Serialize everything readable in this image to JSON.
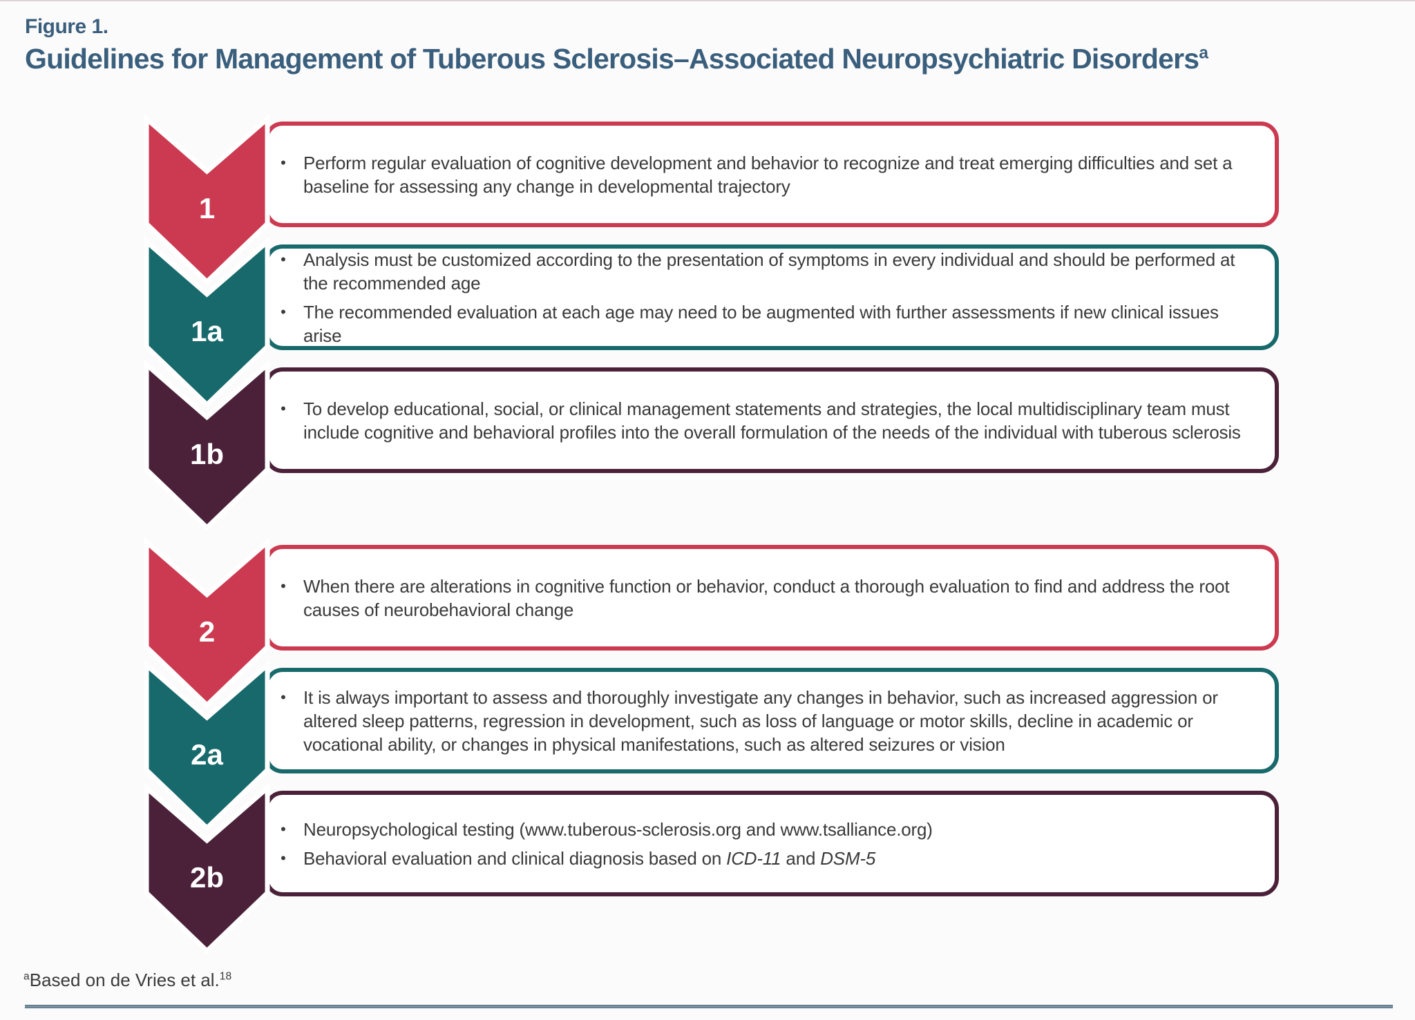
{
  "figure": {
    "label": "Figure 1.",
    "title": "Guidelines for Management of Tuberous Sclerosis–Associated Neuropsychiatric Disorders",
    "title_superscript": "a"
  },
  "icons": {
    "bullet": "•"
  },
  "colors": {
    "red": "#cb3a50",
    "teal": "#17696b",
    "plum": "#4a2139",
    "heading": "#3a5f7d",
    "body_text": "#3a3a3a",
    "rule": "#5e7a8c",
    "box_background": "#ffffff",
    "page_background": "#fcfbfb"
  },
  "diagram": {
    "rows": [
      {
        "label": "1",
        "color": "red",
        "bullets": [
          {
            "segments": [
              {
                "text": "Perform regular evaluation of cognitive development and behavior to recognize and treat emerging difficulties and set a baseline for assessing any change in developmental trajectory",
                "italic": false
              }
            ]
          }
        ]
      },
      {
        "label": "1a",
        "color": "teal",
        "bullets": [
          {
            "segments": [
              {
                "text": "Analysis must be customized according to the presentation of symptoms in every individual and should be performed at the recommended age",
                "italic": false
              }
            ]
          },
          {
            "segments": [
              {
                "text": "The recommended evaluation at each age may need to be augmented with further assessments if new clinical issues arise",
                "italic": false
              }
            ]
          }
        ]
      },
      {
        "label": "1b",
        "color": "plum",
        "bullets": [
          {
            "segments": [
              {
                "text": "To develop educational, social, or clinical management statements and strategies, the local multidisciplinary team must include cognitive and behavioral profiles into the overall formulation of the needs of the individual with tuberous sclerosis",
                "italic": false
              }
            ]
          }
        ]
      },
      {
        "label": "2",
        "color": "red",
        "bullets": [
          {
            "segments": [
              {
                "text": "When there are alterations in cognitive function or behavior, conduct a thorough evaluation to find and address the root causes of neurobehavioral change",
                "italic": false
              }
            ]
          }
        ]
      },
      {
        "label": "2a",
        "color": "teal",
        "bullets": [
          {
            "segments": [
              {
                "text": "It is always important to assess and thoroughly investigate any changes in behavior, such as increased aggression or altered sleep patterns, regression in development, such as loss of language or motor skills, decline in academic or vocational ability, or changes in physical manifestations, such as altered seizures or vision",
                "italic": false
              }
            ]
          }
        ]
      },
      {
        "label": "2b",
        "color": "plum",
        "bullets": [
          {
            "segments": [
              {
                "text": "Neuropsychological testing (www.tuberous-sclerosis.org and www.tsalliance.org)",
                "italic": false
              }
            ]
          },
          {
            "segments": [
              {
                "text": "Behavioral evaluation and clinical diagnosis based on ",
                "italic": false
              },
              {
                "text": "ICD-11",
                "italic": true
              },
              {
                "text": " and ",
                "italic": false
              },
              {
                "text": "DSM-5",
                "italic": true
              }
            ]
          }
        ]
      }
    ]
  },
  "footnote": {
    "superscript": "a",
    "text": "Based on de Vries et al.",
    "reference_superscript": "18"
  }
}
